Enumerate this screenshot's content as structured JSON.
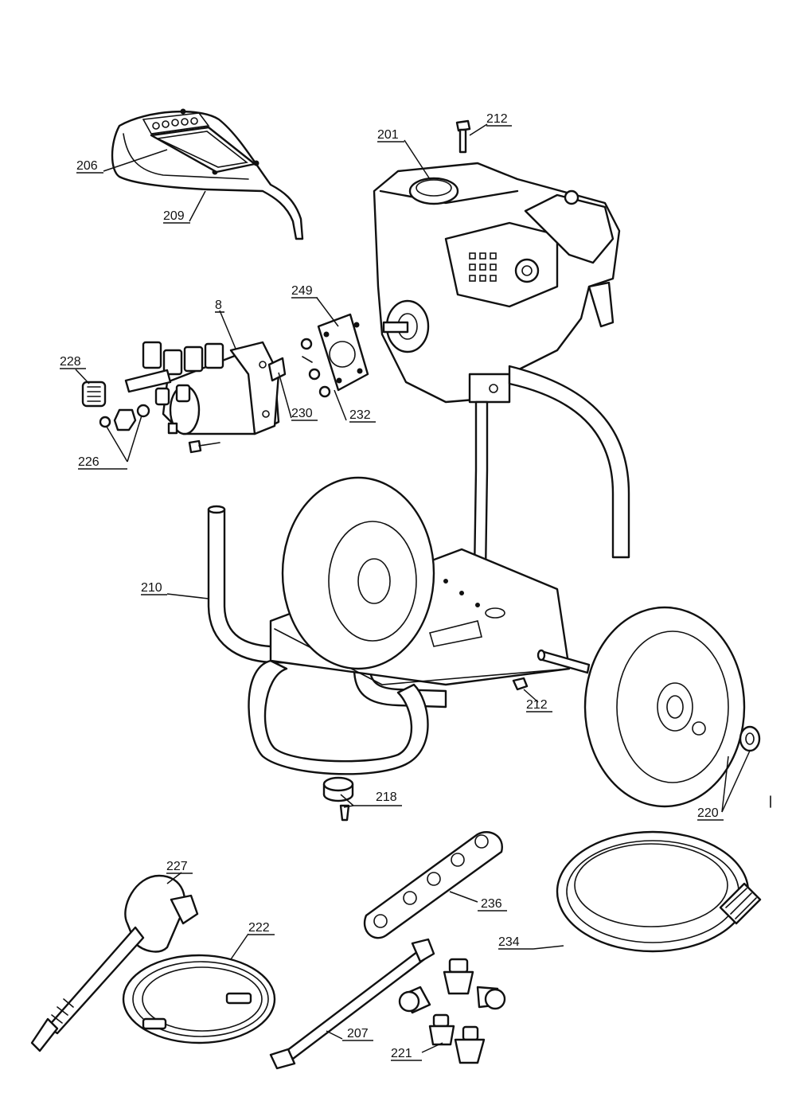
{
  "diagram": {
    "type": "exploded-parts-view",
    "callouts": {
      "c201": "201",
      "c212_top": "212",
      "c206": "206",
      "c209": "209",
      "c8": "8",
      "c249": "249",
      "c228": "228",
      "c230": "230",
      "c232": "232",
      "c226": "226",
      "c210": "210",
      "c212_bottom": "212",
      "c218": "218",
      "c220": "220",
      "c227": "227",
      "c222": "222",
      "c236": "236",
      "c234": "234",
      "c207": "207",
      "c221": "221"
    }
  }
}
